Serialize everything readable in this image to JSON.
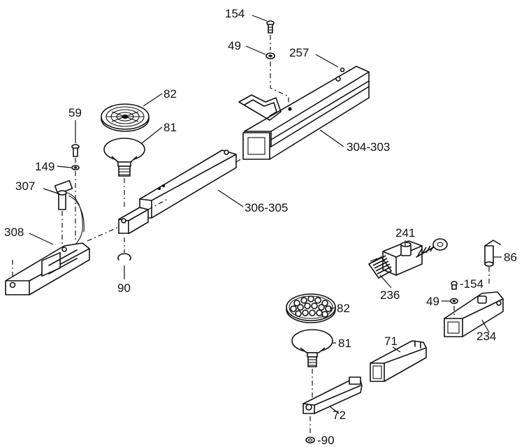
{
  "labels": {
    "l154_top": "154",
    "l49_top": "49",
    "l257": "257",
    "l304_303": "304-303",
    "l82_top": "82",
    "l81_top": "81",
    "l59": "59",
    "l149": "149",
    "l307": "307",
    "l306_305": "306-305",
    "l308": "308",
    "l90_left": "90",
    "l241": "241",
    "l86": "86",
    "l236": "236",
    "l49_right": "49",
    "l154_right": "-154",
    "l82_bottom": "82",
    "l234": "234",
    "l81_bottom": "81",
    "l71": "71",
    "l72": "72",
    "l90_bottom": "-90"
  }
}
